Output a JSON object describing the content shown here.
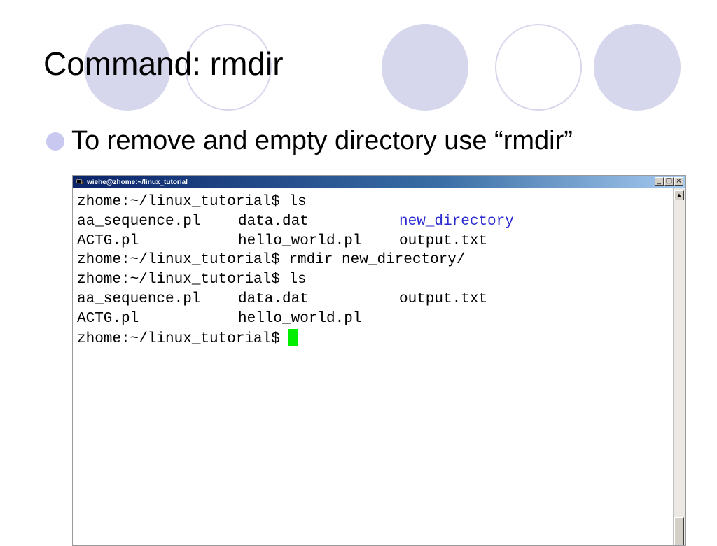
{
  "slide": {
    "title": "Command: rmdir",
    "bullet": "To remove and empty directory use “rmdir”"
  },
  "terminal": {
    "window_title": "wiehe@zhome:~/linux_tutorial",
    "buttons": {
      "minimize": "_",
      "maximize": "□",
      "close": "×"
    },
    "scroll_up": "▲",
    "lines": {
      "l1": "zhome:~/linux_tutorial$ ls",
      "l2": [
        "aa_sequence.pl",
        "data.dat",
        "new_directory"
      ],
      "l3": [
        "ACTG.pl",
        "hello_world.pl",
        "output.txt"
      ],
      "l4": "zhome:~/linux_tutorial$ rmdir new_directory/",
      "l5": "zhome:~/linux_tutorial$ ls",
      "l6": [
        "aa_sequence.pl",
        "data.dat",
        "output.txt"
      ],
      "l7": [
        "ACTG.pl",
        "hello_world.pl"
      ],
      "l8": "zhome:~/linux_tutorial$ "
    },
    "colors": {
      "directory": "#2a2ad0",
      "cursor": "#00ee00"
    }
  }
}
